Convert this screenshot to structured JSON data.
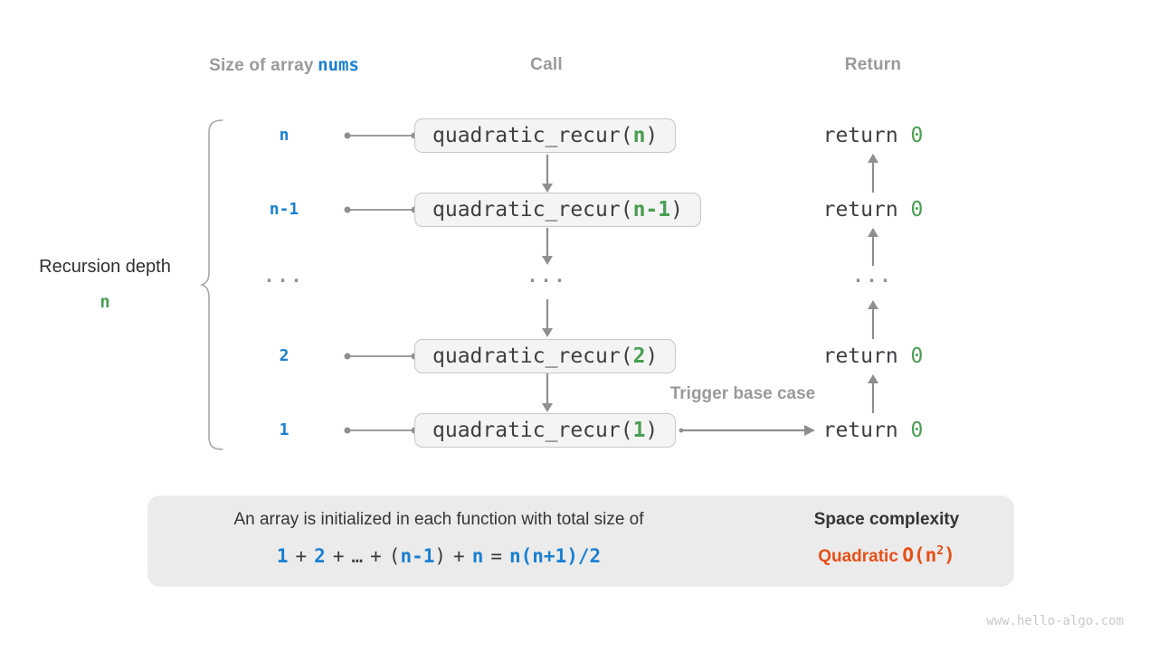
{
  "columns": {
    "size_prefix": "Size of array",
    "size_code": "nums",
    "call": "Call",
    "ret": "Return"
  },
  "rows": [
    {
      "size": "n",
      "arg": "n"
    },
    {
      "size": "n-1",
      "arg": "n-1"
    },
    {
      "size": "...",
      "arg": "..."
    },
    {
      "size": "2",
      "arg": "2"
    },
    {
      "size": "1",
      "arg": "1"
    }
  ],
  "ellipsis": "...",
  "call_fn_pre": "quadratic_recur(",
  "call_fn_post": ")",
  "return_kw": "return",
  "return_val": "0",
  "recursion_depth": {
    "label": "Recursion depth",
    "value": "n"
  },
  "trigger": "Trigger base case",
  "summary": {
    "line1": "An array is initialized in each function with total size of",
    "formula": [
      {
        "t": "1",
        "c": "blue"
      },
      {
        "t": "+",
        "c": "dark"
      },
      {
        "t": "2",
        "c": "blue"
      },
      {
        "t": "+",
        "c": "dark"
      },
      {
        "t": "…",
        "c": "dark"
      },
      {
        "t": "+",
        "c": "dark"
      },
      {
        "t": "(",
        "c": "dark"
      },
      {
        "t": "n-1",
        "c": "blue"
      },
      {
        "t": ")",
        "c": "dark"
      },
      {
        "t": "+",
        "c": "dark"
      },
      {
        "t": "n",
        "c": "blue"
      },
      {
        "t": "=",
        "c": "dark"
      },
      {
        "t": "n(n+1)/2",
        "c": "blue"
      }
    ],
    "space_title": "Space complexity",
    "space_name": "Quadratic",
    "space_o_pre": "O(n",
    "space_o_sup": "2",
    "space_o_post": ")"
  },
  "footer": "www.hello-algo.com",
  "colors": {
    "blue": "#1a80d2",
    "green": "#4a9e52",
    "orange": "#e84f16",
    "gray_header": "#9a9a9a",
    "arrow_gray": "#8f8f8f",
    "box_fill": "#f4f4f4",
    "box_border": "#c7c7c7",
    "summary_bg": "#ebebeb"
  }
}
